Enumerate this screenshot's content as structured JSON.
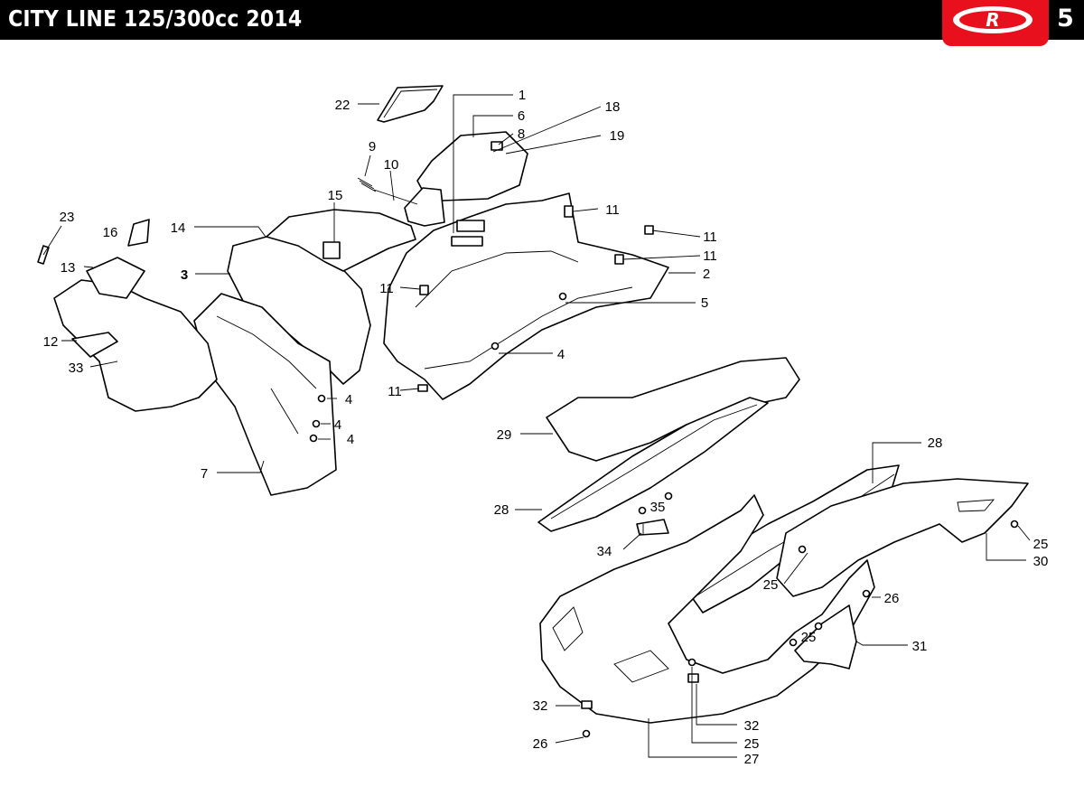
{
  "header": {
    "title": "CITY LINE 125/300cc  2014",
    "page_number": "5",
    "logo_letter": "R",
    "colors": {
      "bar": "#000000",
      "badge": "#e8101c",
      "text": "#ffffff"
    }
  },
  "callouts": [
    {
      "id": "c1",
      "label": "1"
    },
    {
      "id": "c6",
      "label": "6"
    },
    {
      "id": "c8",
      "label": "8"
    },
    {
      "id": "c18",
      "label": "18"
    },
    {
      "id": "c19",
      "label": "19"
    },
    {
      "id": "c22",
      "label": "22"
    },
    {
      "id": "c9",
      "label": "9"
    },
    {
      "id": "c10",
      "label": "10"
    },
    {
      "id": "c15",
      "label": "15"
    },
    {
      "id": "c23",
      "label": "23"
    },
    {
      "id": "c16",
      "label": "16"
    },
    {
      "id": "c14",
      "label": "14"
    },
    {
      "id": "c13",
      "label": "13"
    },
    {
      "id": "c3",
      "label": "3"
    },
    {
      "id": "c12",
      "label": "12"
    },
    {
      "id": "c33",
      "label": "33"
    },
    {
      "id": "c7",
      "label": "7"
    },
    {
      "id": "c11a",
      "label": "11"
    },
    {
      "id": "c11b",
      "label": "11"
    },
    {
      "id": "c11c",
      "label": "11"
    },
    {
      "id": "c11d",
      "label": "11"
    },
    {
      "id": "c11e",
      "label": "11"
    },
    {
      "id": "c2",
      "label": "2"
    },
    {
      "id": "c5",
      "label": "5"
    },
    {
      "id": "c4a",
      "label": "4"
    },
    {
      "id": "c4b",
      "label": "4"
    },
    {
      "id": "c4c",
      "label": "4"
    },
    {
      "id": "c4d",
      "label": "4"
    },
    {
      "id": "c29",
      "label": "29"
    },
    {
      "id": "c28a",
      "label": "28"
    },
    {
      "id": "c28b",
      "label": "28"
    },
    {
      "id": "c35",
      "label": "35"
    },
    {
      "id": "c34",
      "label": "34"
    },
    {
      "id": "c25a",
      "label": "25"
    },
    {
      "id": "c30",
      "label": "30"
    },
    {
      "id": "c25b",
      "label": "25"
    },
    {
      "id": "c26a",
      "label": "26"
    },
    {
      "id": "c25c",
      "label": "25"
    },
    {
      "id": "c31",
      "label": "31"
    },
    {
      "id": "c32a",
      "label": "32"
    },
    {
      "id": "c32b",
      "label": "32"
    },
    {
      "id": "c25d",
      "label": "25"
    },
    {
      "id": "c26b",
      "label": "26"
    },
    {
      "id": "c27",
      "label": "27"
    }
  ]
}
